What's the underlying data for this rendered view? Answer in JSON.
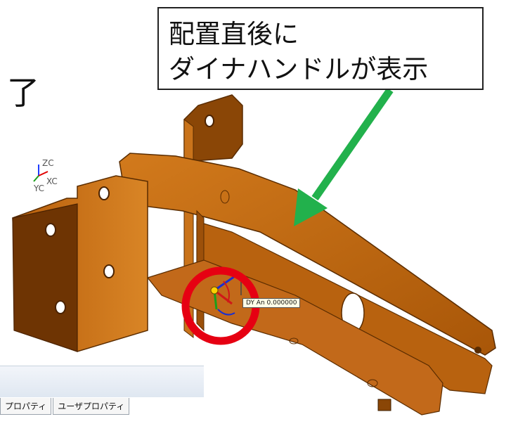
{
  "slide": {
    "partial_title_char": "了",
    "callout_lines": [
      "配置直後に",
      "ダイナハンドルが表示"
    ]
  },
  "viewport": {
    "axis_labels": [
      "ZC",
      "XC",
      "YC"
    ],
    "tooltip_text": "DY An    0.000000",
    "colors": {
      "part_fill": "#c06a10",
      "part_edge": "#6b3600",
      "arrow": "#22b14c",
      "highlight_circle": "#e60012"
    }
  },
  "nx_window": {
    "tabs": [
      "プロパティ",
      "ユーザプロパティ"
    ]
  }
}
